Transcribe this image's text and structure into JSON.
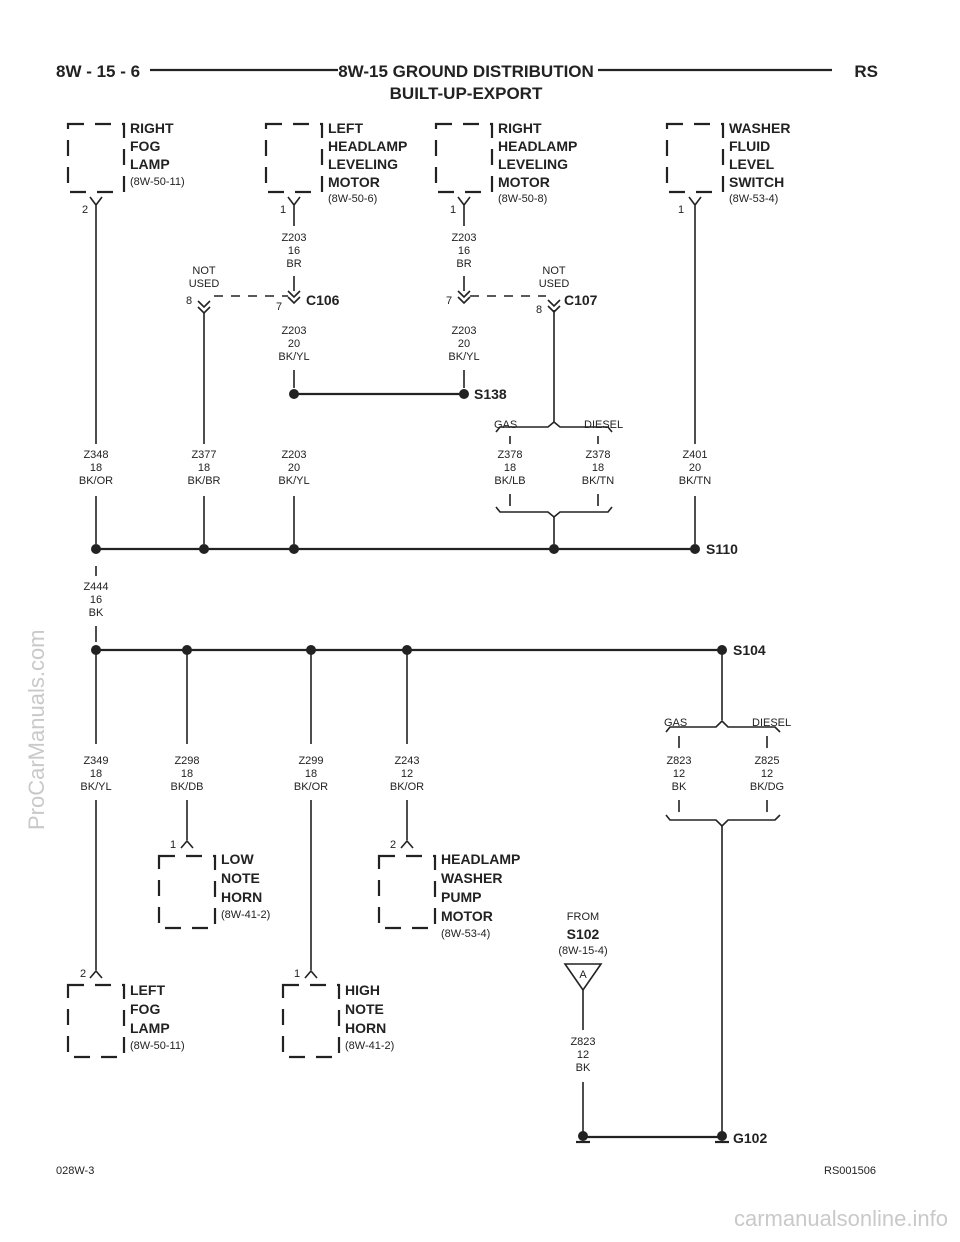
{
  "header": {
    "page_number": "8W - 15 - 6",
    "title": "8W-15 GROUND DISTRIBUTION",
    "subtitle": "BUILT-UP-EXPORT",
    "model_code": "RS"
  },
  "components": {
    "right_fog_lamp": {
      "lines": [
        "RIGHT",
        "FOG",
        "LAMP"
      ],
      "ref": "(8W-50-11)",
      "pin": "2"
    },
    "left_hl_motor": {
      "lines": [
        "LEFT",
        "HEADLAMP",
        "LEVELING",
        "MOTOR"
      ],
      "ref": "(8W-50-6)",
      "pin": "1"
    },
    "right_hl_motor": {
      "lines": [
        "RIGHT",
        "HEADLAMP",
        "LEVELING",
        "MOTOR"
      ],
      "ref": "(8W-50-8)",
      "pin": "1"
    },
    "washer_switch": {
      "lines": [
        "WASHER",
        "FLUID",
        "LEVEL",
        "SWITCH"
      ],
      "ref": "(8W-53-4)",
      "pin": "1"
    },
    "low_note_horn": {
      "lines": [
        "LOW",
        "NOTE",
        "HORN"
      ],
      "ref": "(8W-41-2)",
      "pin": "1"
    },
    "hl_washer_pump": {
      "lines": [
        "HEADLAMP",
        "WASHER",
        "PUMP",
        "MOTOR"
      ],
      "ref": "(8W-53-4)",
      "pin": "2"
    },
    "left_fog_lamp": {
      "lines": [
        "LEFT",
        "FOG",
        "LAMP"
      ],
      "ref": "(8W-50-11)",
      "pin": "2"
    },
    "high_note_horn": {
      "lines": [
        "HIGH",
        "NOTE",
        "HORN"
      ],
      "ref": "(8W-41-2)",
      "pin": "1"
    }
  },
  "connectors": {
    "c106": {
      "name": "C106",
      "pin_a": "7",
      "pin_b": "8",
      "not_used": [
        "NOT",
        "USED"
      ]
    },
    "c107": {
      "name": "C107",
      "pin_a": "7",
      "pin_b": "8",
      "not_used": [
        "NOT",
        "USED"
      ]
    }
  },
  "splices": {
    "s138": "S138",
    "s110": "S110",
    "s104": "S104",
    "ground": "G102"
  },
  "wires": {
    "z203_16_left": [
      "Z203",
      "16",
      "BR"
    ],
    "z203_20_left": [
      "Z203",
      "20",
      "BK/YL"
    ],
    "z203_16_right": [
      "Z203",
      "16",
      "BR"
    ],
    "z203_20_right": [
      "Z203",
      "20",
      "BK/YL"
    ],
    "z348": [
      "Z348",
      "18",
      "BK/OR"
    ],
    "z377": [
      "Z377",
      "18",
      "BK/BR"
    ],
    "z203_lower": [
      "Z203",
      "20",
      "BK/YL"
    ],
    "z378_lb": [
      "Z378",
      "18",
      "BK/LB"
    ],
    "z378_tn": [
      "Z378",
      "18",
      "BK/TN"
    ],
    "z401": [
      "Z401",
      "20",
      "BK/TN"
    ],
    "z444": [
      "Z444",
      "16",
      "BK"
    ],
    "z349": [
      "Z349",
      "18",
      "BK/YL"
    ],
    "z298": [
      "Z298",
      "18",
      "BK/DB"
    ],
    "z299": [
      "Z299",
      "18",
      "BK/OR"
    ],
    "z243": [
      "Z243",
      "12",
      "BK/OR"
    ],
    "z823_gas": [
      "Z823",
      "12",
      "BK"
    ],
    "z825": [
      "Z825",
      "12",
      "BK/DG"
    ],
    "z823_from": [
      "Z823",
      "12",
      "BK"
    ]
  },
  "options": {
    "gas": "GAS",
    "diesel": "DIESEL"
  },
  "from_ref": {
    "label": "FROM",
    "splice": "S102",
    "ref": "(8W-15-4)",
    "pin": "A"
  },
  "footer": {
    "left_code": "028W-3",
    "right_code": "RS001506"
  },
  "watermarks": {
    "side": "ProCarManuals.com",
    "bottom": "carmanualsonline.info"
  }
}
